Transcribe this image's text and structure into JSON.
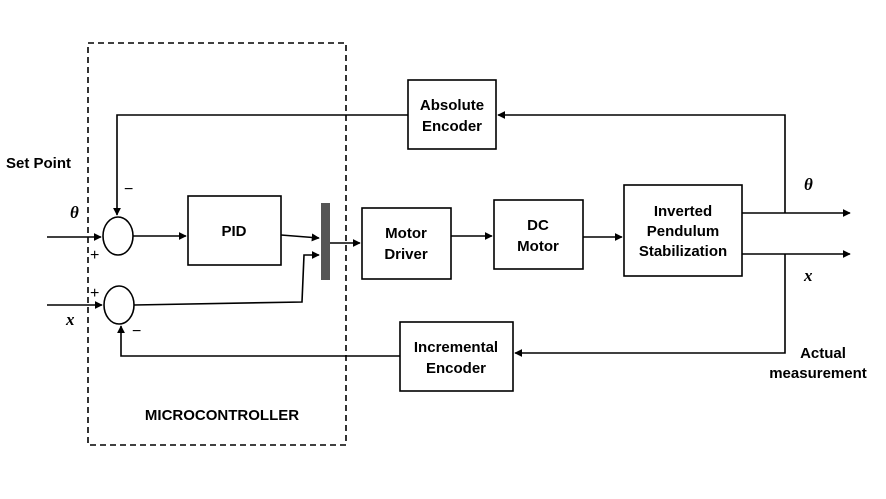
{
  "blocks": {
    "absolute_encoder": [
      "Absolute",
      "Encoder"
    ],
    "pid": "PID",
    "motor_driver": [
      "Motor",
      "Driver"
    ],
    "dc_motor": [
      "DC",
      "Motor"
    ],
    "inverted_pendulum": [
      "Inverted",
      "Pendulum",
      "Stabilization"
    ],
    "incremental_encoder": [
      "Incremental",
      "Encoder"
    ]
  },
  "labels": {
    "set_point": "Set Point",
    "theta_in": "θ",
    "x_in": "x",
    "theta_out": "θ",
    "x_out": "x",
    "actual_measurement": [
      "Actual",
      "measurement"
    ],
    "microcontroller": "MICROCONTROLLER"
  },
  "summer_signs": {
    "theta_minus": "−",
    "theta_plus": "+",
    "x_plus": "+",
    "x_minus": "−"
  },
  "colors": {
    "stroke": "#000000",
    "switch_bar": "#555555"
  }
}
